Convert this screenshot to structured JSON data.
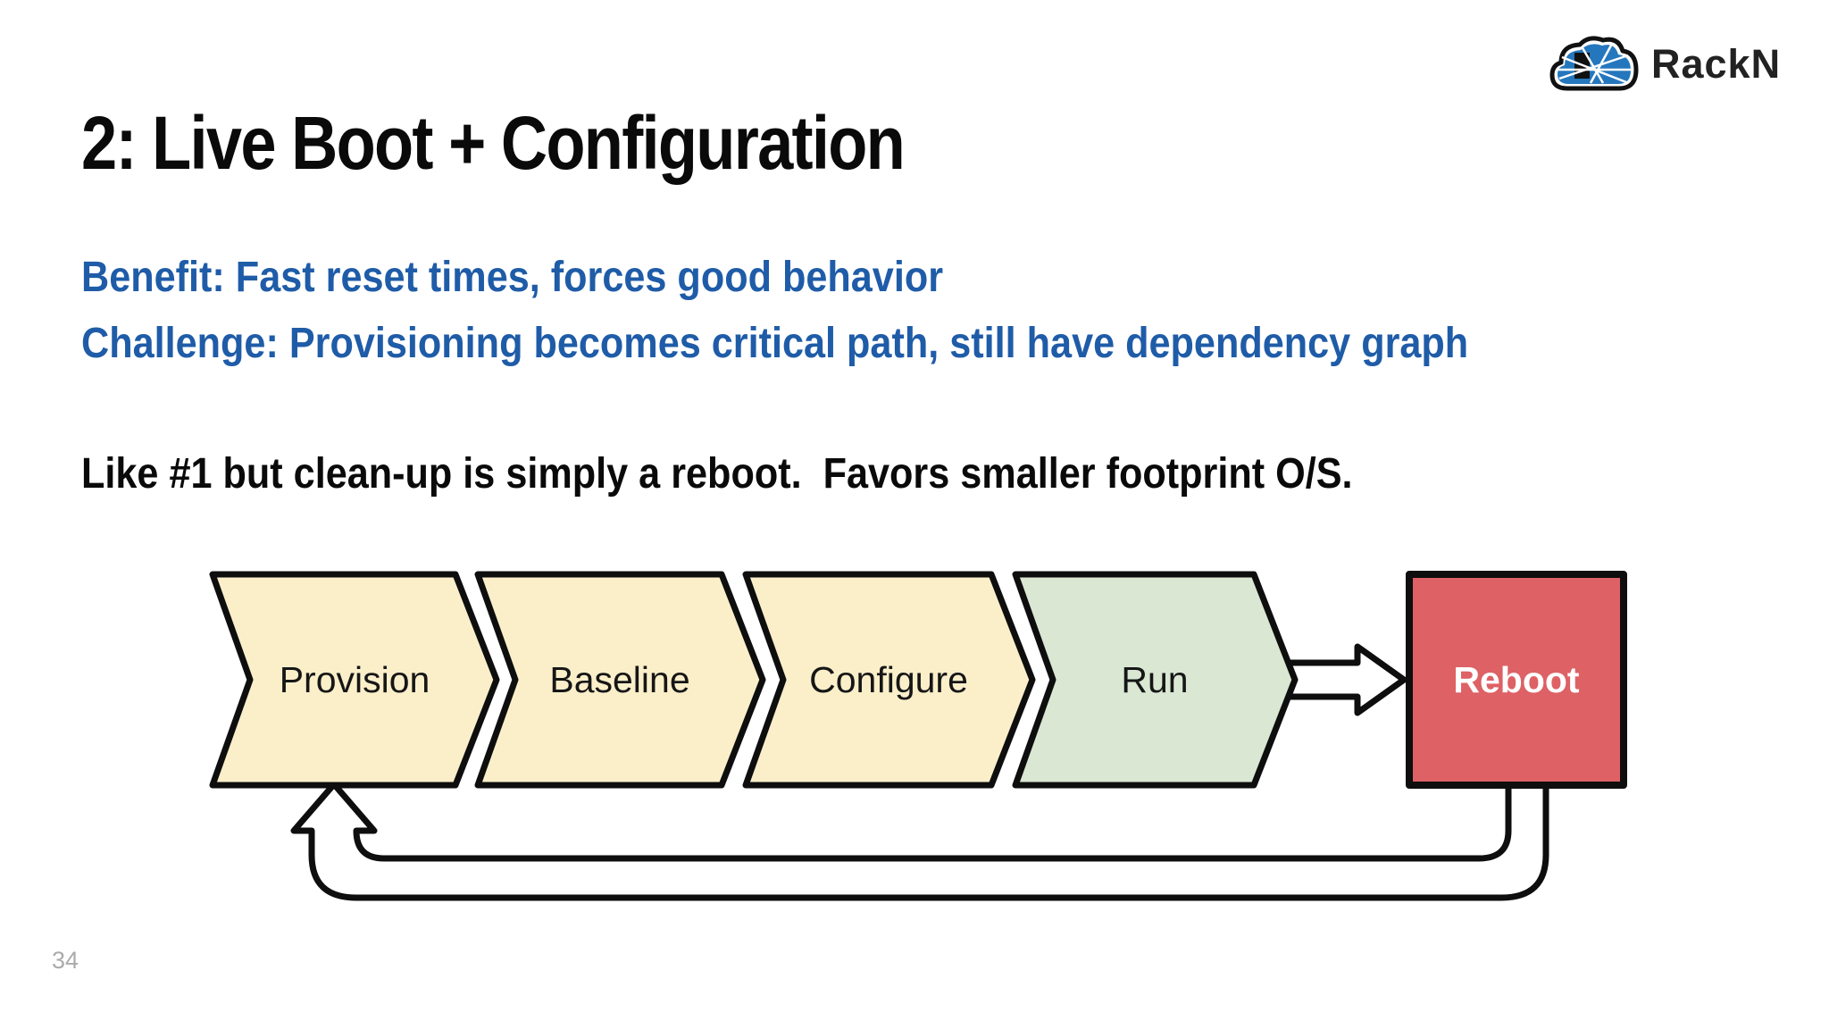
{
  "title": "2: Live Boot + Configuration",
  "logo": {
    "text": "RackN",
    "icon": "rackn-cloud-icon",
    "cloud_blue": "#2577BD"
  },
  "lines": {
    "benefit": "Benefit: Fast reset times, forces good behavior",
    "challenge": "Challenge: Provisioning becomes critical path, still have dependency graph",
    "note": "Like #1 but clean-up is simply a reboot.  Favors smaller footprint O/S."
  },
  "diagram": {
    "steps": [
      {
        "label": "Provision",
        "shape": "chevron",
        "fill": "#FBEFCA"
      },
      {
        "label": "Baseline",
        "shape": "chevron",
        "fill": "#FBEFCA"
      },
      {
        "label": "Configure",
        "shape": "chevron",
        "fill": "#FBEFCA"
      },
      {
        "label": "Run",
        "shape": "chevron",
        "fill": "#D9E7D3"
      },
      {
        "label": "Reboot",
        "shape": "rect",
        "fill": "#DD6165",
        "text_color": "#FFFFFF"
      }
    ],
    "connectors": {
      "run_to_reboot": "block-arrow-right",
      "reboot_to_provision": "loop-back-arrow-up"
    },
    "outline_color": "#0e0e0e",
    "connector_fill": "#ffffff"
  },
  "text_colors": {
    "accent_blue": "#1f5ca8",
    "body_black": "#0a0a0a",
    "muted_gray": "#ababab"
  },
  "page_number": "34"
}
